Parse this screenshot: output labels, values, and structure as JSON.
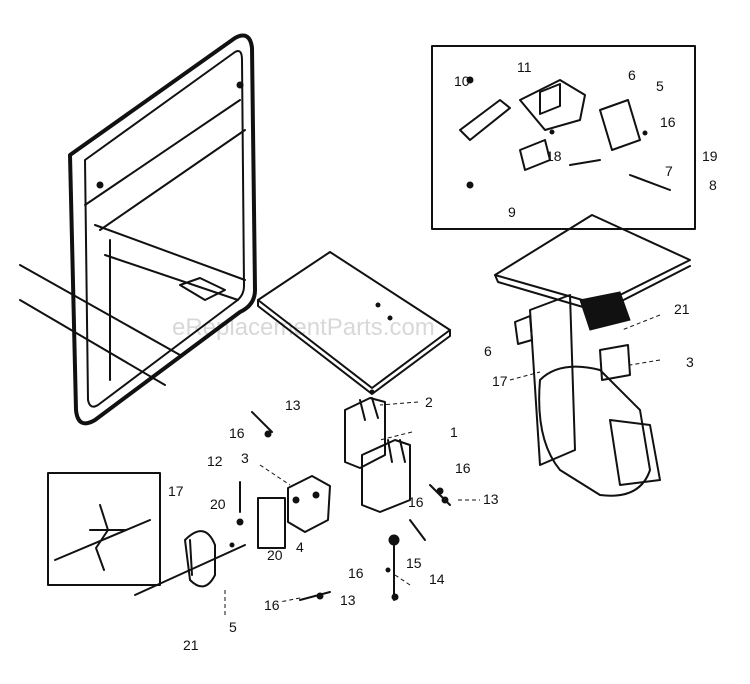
{
  "watermark": "eReplacementParts.com",
  "callouts": {
    "c1": "1",
    "c2": "2",
    "c3a": "3",
    "c3b": "3",
    "c4": "4",
    "c5a": "5",
    "c5b": "5",
    "c6a": "6",
    "c6b": "6",
    "c7": "7",
    "c8": "8",
    "c9": "9",
    "c10": "10",
    "c11": "11",
    "c12": "12",
    "c13a": "13",
    "c13b": "13",
    "c13c": "13",
    "c14": "14",
    "c15": "15",
    "c16a": "16",
    "c16b": "16",
    "c16c": "16",
    "c16d": "16",
    "c16e": "16",
    "c16f": "16",
    "c17a": "17",
    "c17b": "17",
    "c18": "18",
    "c19": "19",
    "c20a": "20",
    "c20b": "20",
    "c21a": "21",
    "c21b": "21"
  }
}
